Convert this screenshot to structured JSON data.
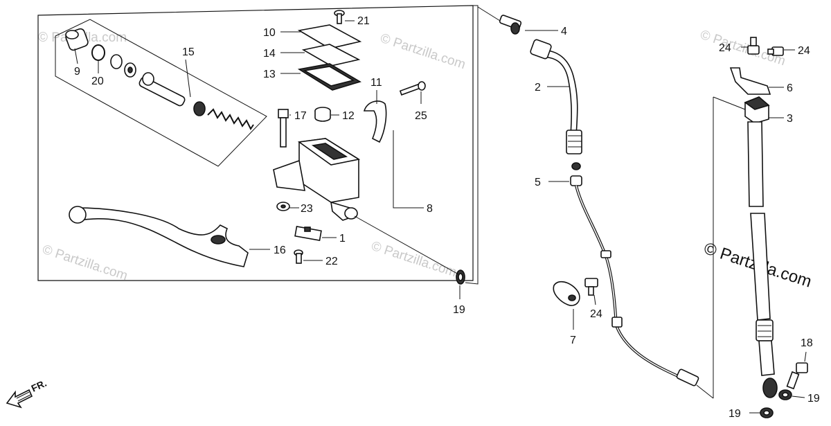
{
  "diagram": {
    "callouts": {
      "p1": "1",
      "p2": "2",
      "p3": "3",
      "p4": "4",
      "p5": "5",
      "p6": "6",
      "p7": "7",
      "p8": "8",
      "p9": "9",
      "p10": "10",
      "p11": "11",
      "p12": "12",
      "p13": "13",
      "p14": "14",
      "p15": "15",
      "p16": "16",
      "p17": "17",
      "p18": "18",
      "p19a": "19",
      "p19b": "19",
      "p19c": "19",
      "p20": "20",
      "p21": "21",
      "p22": "22",
      "p23": "23",
      "p24a": "24",
      "p24b": "24",
      "p24c": "24",
      "p25": "25"
    },
    "watermark": "© Partzilla.com",
    "watermark_main": "© Partzilla.com",
    "direction_label": "FR."
  }
}
